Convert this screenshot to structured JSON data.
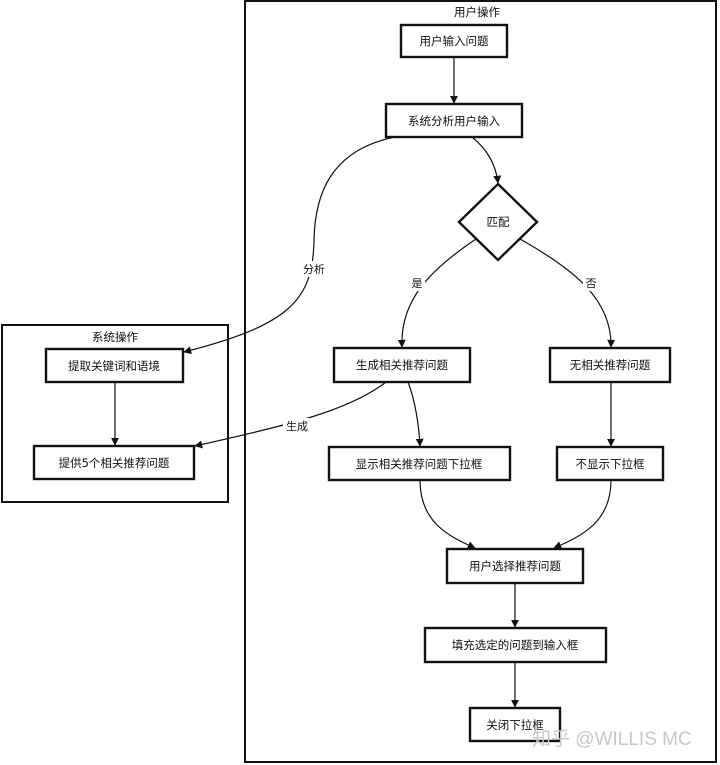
{
  "frames": {
    "user": {
      "title": "用户操作"
    },
    "system": {
      "title": "系统操作"
    }
  },
  "nodes": {
    "user_input": "用户输入问题",
    "system_analyze": "系统分析用户输入",
    "match": "匹配",
    "generate_related": "生成相关推荐问题",
    "no_related": "无相关推荐问题",
    "show_dropdown": "显示相关推荐问题下拉框",
    "hide_dropdown": "不显示下拉框",
    "user_select": "用户选择推荐问题",
    "fill_input": "填充选定的问题到输入框",
    "close_dropdown": "关闭下拉框",
    "extract_keywords": "提取关键词和语境",
    "provide_five": "提供5个相关推荐问题"
  },
  "edges": {
    "analyze": "分析",
    "yes": "是",
    "no": "否",
    "generate": "生成"
  },
  "watermark": "知乎 @WILLIS MC"
}
